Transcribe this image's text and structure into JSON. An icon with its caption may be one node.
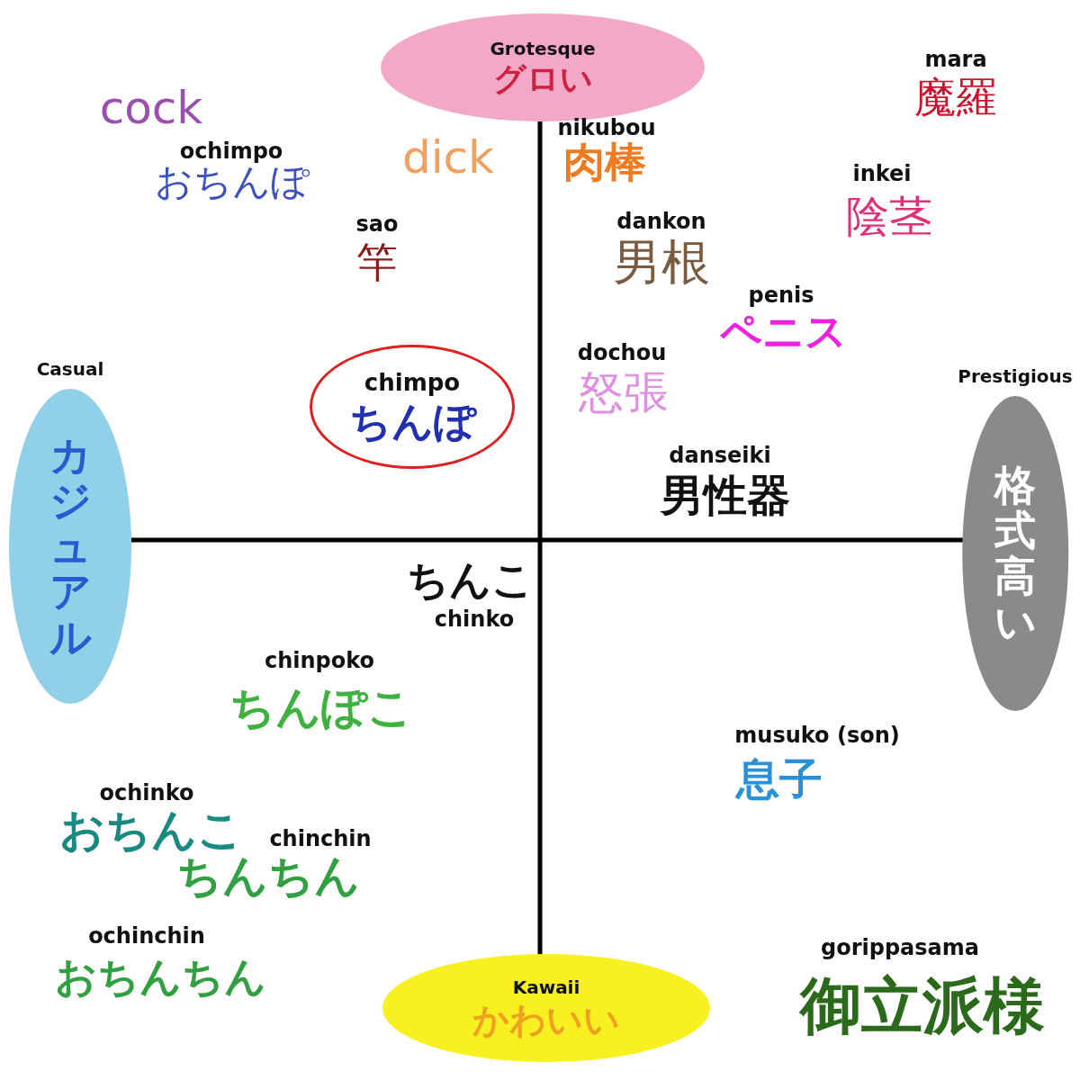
{
  "diagram": {
    "nodes": [
      {
        "text": [
          "Grotesque",
          "グロい"
        ]
      },
      {
        "text": [
          "chimpo",
          "ちんぽ"
        ]
      },
      {
        "text": [
          "Casual",
          "カジュアル"
        ]
      },
      {
        "text": [
          "Prestigious",
          "格式高い"
        ]
      },
      {
        "text": [
          "Kawaii",
          "かわいい"
        ]
      }
    ],
    "labels": [
      "mara",
      "魔羅",
      "cock",
      "nikubou",
      "ochimpo",
      "dick",
      "肉棒",
      "inkei",
      "おちんぽ",
      "陰茎",
      "dankon",
      "sao",
      "男根",
      "竿",
      "penis",
      "ペニス",
      "dochou",
      "怒張",
      "danseiki",
      "男性器",
      "ちんこ",
      "chinko",
      "chinpoko",
      "ちんぽこ",
      "musuko (son)",
      "息子",
      "ochinko",
      "おちんこ",
      "chinchin",
      "ちんちん",
      "ochinchin",
      "おちんちん",
      "gorippasama",
      "御立派様"
    ]
  }
}
